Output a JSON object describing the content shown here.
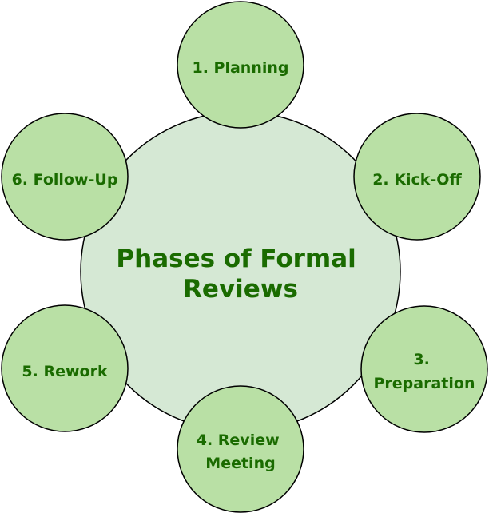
{
  "diagram": {
    "center": {
      "lines": [
        "Phases of Formal",
        "Reviews"
      ]
    },
    "phases": [
      {
        "lines": [
          "1. Planning"
        ]
      },
      {
        "lines": [
          "2. Kick-Off"
        ]
      },
      {
        "lines": [
          "3.",
          "Preparation"
        ]
      },
      {
        "lines": [
          "4. Review",
          "Meeting"
        ]
      },
      {
        "lines": [
          "5. Rework"
        ]
      },
      {
        "lines": [
          "6. Follow-Up"
        ]
      }
    ]
  },
  "colors": {
    "center_fill": "#d5e8d4",
    "phase_fill": "#b9e0a5",
    "stroke": "#000000",
    "text": "#1a6b00"
  }
}
